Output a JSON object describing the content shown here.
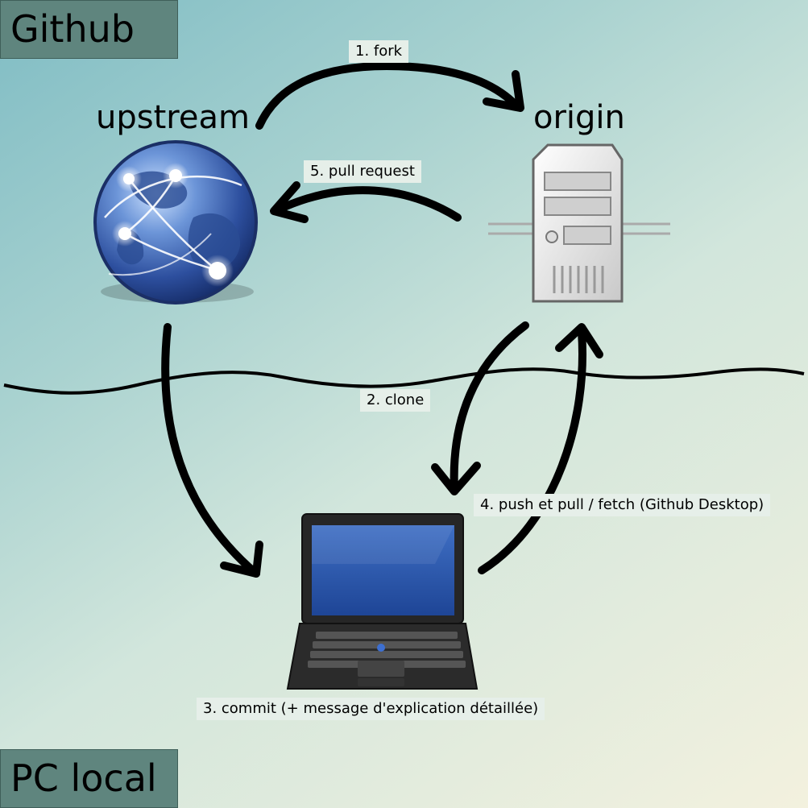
{
  "zones": {
    "top": "Github",
    "bottom": "PC local"
  },
  "nodes": {
    "upstream": "upstream",
    "origin": "origin"
  },
  "steps": {
    "fork": "1. fork",
    "clone": "2. clone",
    "commit": "3. commit (+ message d'explication détaillée)",
    "push_pull": "4. push et pull / fetch (Github Desktop)",
    "pull_request": "5. pull request"
  },
  "icons": [
    "globe-icon",
    "server-icon",
    "laptop-icon"
  ],
  "colors": {
    "zone_fill": "#5f857e",
    "label_bg": "#e6efe9",
    "arrow": "#000000"
  }
}
